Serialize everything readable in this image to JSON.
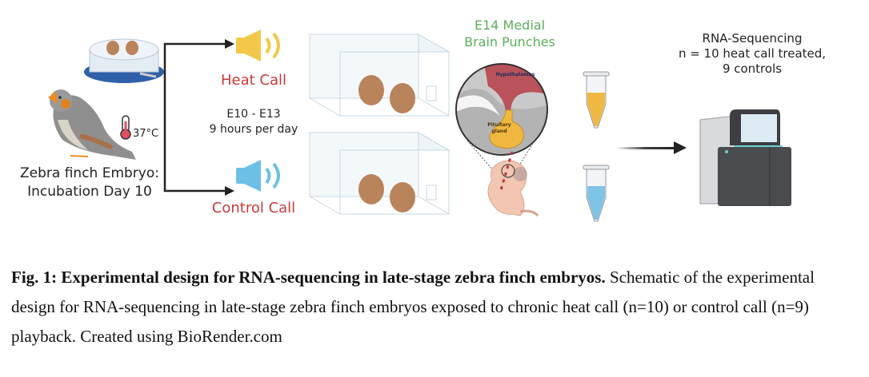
{
  "diagram": {
    "left": {
      "temperature": "37°C",
      "subject_line1": "Zebra finch Embryo:",
      "subject_line2": "Incubation Day 10"
    },
    "branches": {
      "heat_call_label": "Heat Call",
      "control_call_label": "Control Call",
      "schedule_line1": "E10 - E13",
      "schedule_line2": "9 hours per day"
    },
    "brain": {
      "title_line1": "E14 Medial",
      "title_line2": "Brain Punches",
      "region_hypothalamus": "Hypothalamus",
      "region_pituitary_line1": "Pituitary",
      "region_pituitary_line2": "gland"
    },
    "sequencing": {
      "line1": "RNA-Sequencing",
      "line2": "n = 10 heat call treated,",
      "line3": "9 controls"
    },
    "icons": [
      "zebra-finch-icon",
      "incubator-icon",
      "thermometer-icon",
      "speaker-heat-icon",
      "speaker-control-icon",
      "egg-box-icon",
      "embryo-icon",
      "tube-yellow-icon",
      "tube-blue-icon",
      "sequencer-icon",
      "arrow-icon"
    ],
    "colors": {
      "heat_speaker": "#f2c84b",
      "control_speaker": "#6cc0e6",
      "label_red": "#c73b3b",
      "label_green": "#5aae5a",
      "egg": "#b9835b",
      "hypothalamus": "#b9525a",
      "pituitary": "#f0b840"
    }
  },
  "caption": {
    "bold": "Fig. 1: Experimental design for RNA-sequencing in late-stage zebra finch embryos.",
    "text": " Schematic of the experimental design for RNA-sequencing in late-stage zebra finch embryos exposed to chronic heat call (n=10) or control call (n=9) playback. Created using BioRender.com"
  }
}
